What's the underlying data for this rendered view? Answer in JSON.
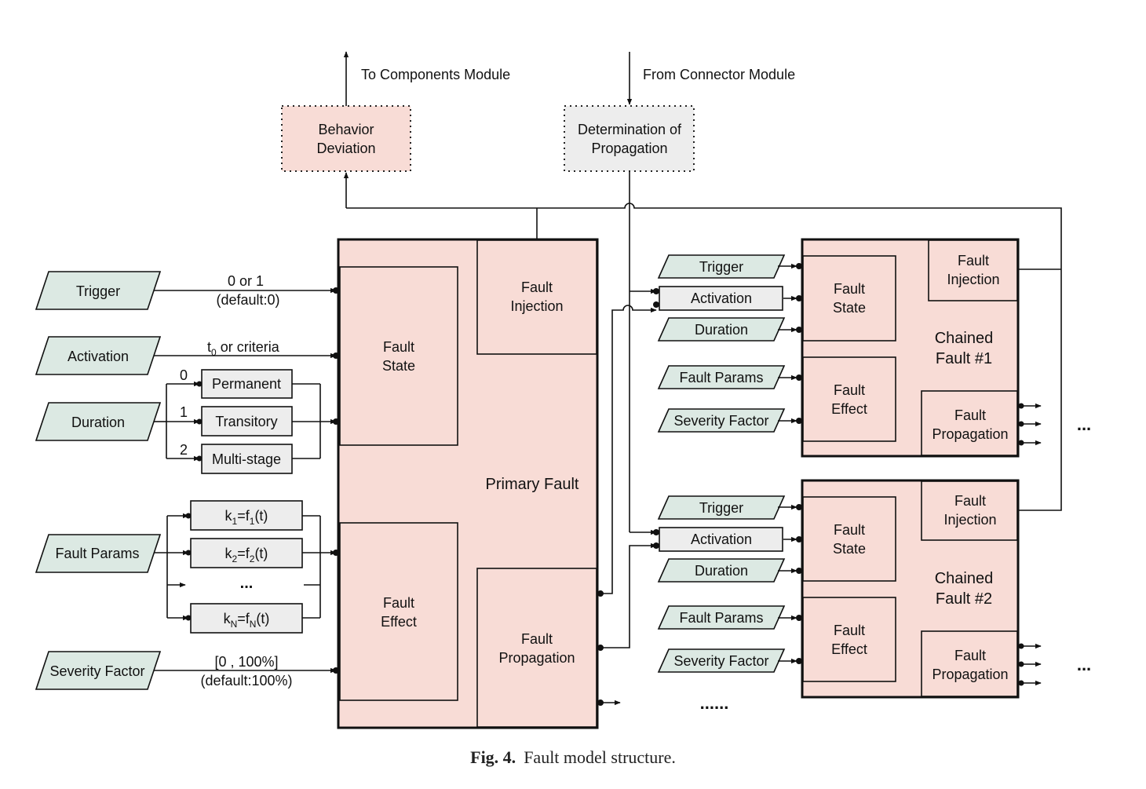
{
  "top": {
    "to_components": "To Components Module",
    "from_connector": "From Connector Module",
    "behavior_deviation": [
      "Behavior",
      "Deviation"
    ],
    "determination": [
      "Determination of",
      "Propagation"
    ]
  },
  "primary": {
    "title": "Primary Fault",
    "fault_state": [
      "Fault",
      "State"
    ],
    "fault_injection": [
      "Fault",
      "Injection"
    ],
    "fault_effect": [
      "Fault",
      "Effect"
    ],
    "fault_propagation": [
      "Fault",
      "Propagation"
    ]
  },
  "inputs": {
    "trigger": "Trigger",
    "activation": "Activation",
    "duration": "Duration",
    "fault_params": "Fault Params",
    "severity": "Severity Factor"
  },
  "labels": {
    "trigger_value": "0 or 1",
    "trigger_default": "(default:0)",
    "activation_prefix": "t",
    "activation_sub": "0",
    "activation_rest": " or criteria",
    "severity_range": "[0 , 100%]",
    "severity_default": "(default:100%)"
  },
  "duration_modes": [
    {
      "index": "0",
      "label": "Permanent"
    },
    {
      "index": "1",
      "label": "Transitory"
    },
    {
      "index": "2",
      "label": "Multi-stage"
    }
  ],
  "params": [
    {
      "k": "k",
      "ks": "1",
      "f": "=f",
      "fs": "1",
      "rest": "(t)"
    },
    {
      "k": "k",
      "ks": "2",
      "f": "=f",
      "fs": "2",
      "rest": "(t)"
    },
    {
      "k": "k",
      "ks": "N",
      "f": "=f",
      "fs": "N",
      "rest": "(t)"
    }
  ],
  "params_ellipsis": "...",
  "chained": [
    {
      "title": [
        "Chained",
        "Fault #1"
      ],
      "fault_state": [
        "Fault",
        "State"
      ],
      "fault_injection": [
        "Fault",
        "Injection"
      ],
      "fault_effect": [
        "Fault",
        "Effect"
      ],
      "fault_propagation": [
        "Fault",
        "Propagation"
      ],
      "inputs": [
        "Trigger",
        "Activation",
        "Duration",
        "Fault Params",
        "Severity Factor"
      ],
      "ellipsis": "..."
    },
    {
      "title": [
        "Chained",
        "Fault #2"
      ],
      "fault_state": [
        "Fault",
        "State"
      ],
      "fault_injection": [
        "Fault",
        "Injection"
      ],
      "fault_effect": [
        "Fault",
        "Effect"
      ],
      "fault_propagation": [
        "Fault",
        "Propagation"
      ],
      "inputs": [
        "Trigger",
        "Activation",
        "Duration",
        "Fault Params",
        "Severity Factor"
      ],
      "ellipsis": "..."
    }
  ],
  "more_chained": "......",
  "caption": {
    "label": "Fig. 4.",
    "text": "Fault model structure."
  },
  "colors": {
    "pink_fill": "#f8dcd6",
    "green_fill": "#dce9e3",
    "gray_fill": "#ededed",
    "line": "#111111"
  }
}
